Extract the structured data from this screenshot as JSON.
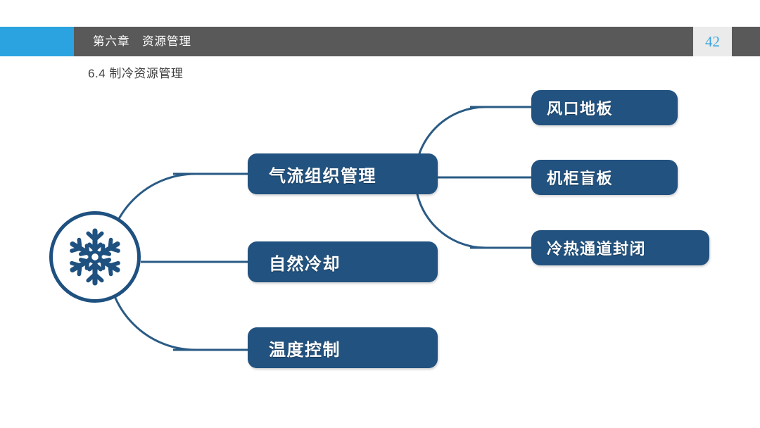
{
  "header": {
    "chapter_label": "第六章　资源管理",
    "page_number": "42",
    "accent_color": "#2aa3e0",
    "bar_color": "#595959",
    "page_box_color": "#ebebeb",
    "page_number_color": "#3ca5dd"
  },
  "subtitle": "6.4  制冷资源管理",
  "diagram": {
    "node_color": "#22527f",
    "connector_color": "#2a5b85",
    "root": {
      "icon": "snowflake-icon",
      "ring_color": "#1f5180"
    },
    "level1": [
      {
        "label": "气流组织管理"
      },
      {
        "label": "自然冷却"
      },
      {
        "label": "温度控制"
      }
    ],
    "level2": [
      {
        "label": "风口地板"
      },
      {
        "label": "机柜盲板"
      },
      {
        "label": "冷热通道封闭"
      }
    ]
  }
}
